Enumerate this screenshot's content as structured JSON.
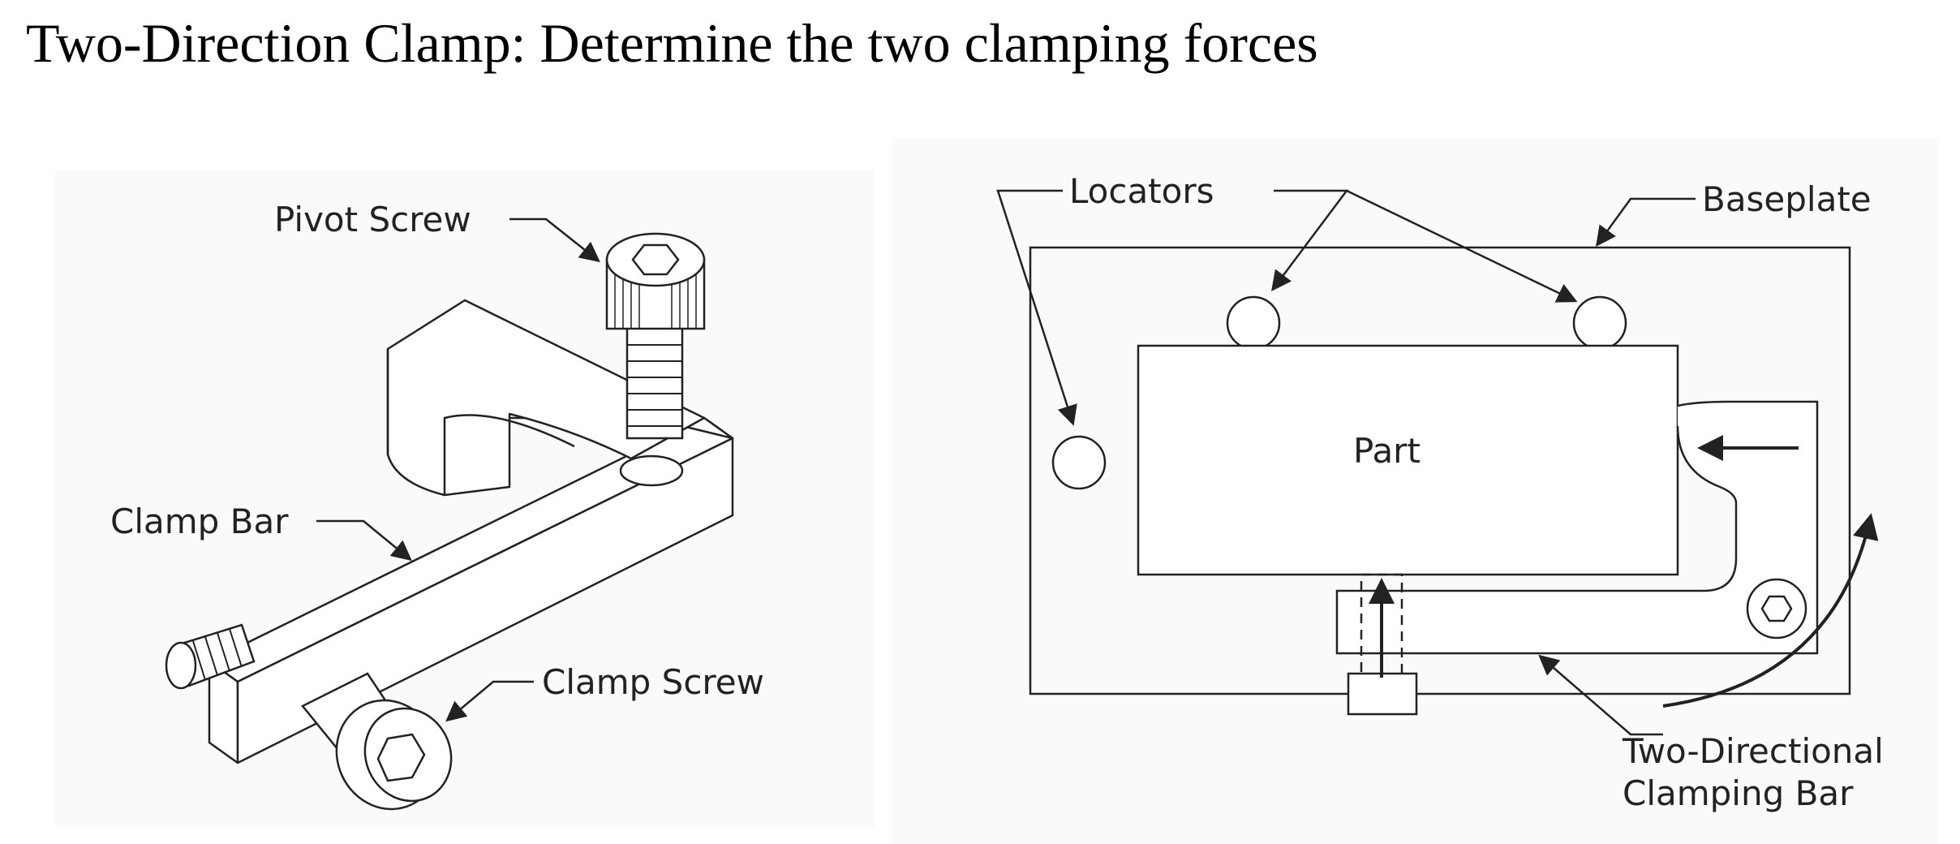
{
  "title": "Two-Direction Clamp: Determine the two clamping forces",
  "left_figure": {
    "pivot_screw": "Pivot Screw",
    "clamp_bar": "Clamp Bar",
    "clamp_screw": "Clamp Screw"
  },
  "right_figure": {
    "locators": "Locators",
    "baseplate": "Baseplate",
    "part": "Part",
    "bar_line1": "Two-Directional",
    "bar_line2": "Clamping Bar"
  },
  "colors": {
    "ink": "#222222",
    "background": "#ffffff",
    "panel_bg": "#fafafa"
  }
}
